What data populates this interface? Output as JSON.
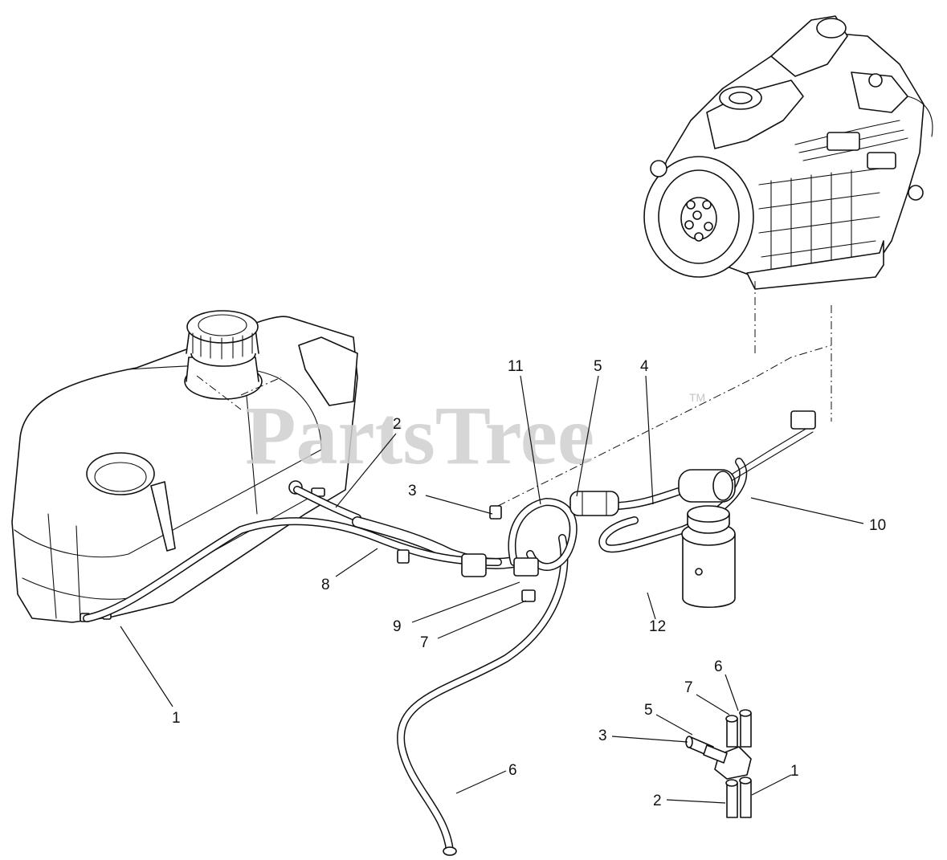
{
  "watermark": {
    "text": "PartsTree",
    "trademark": "TM"
  },
  "callouts": [
    {
      "id": "c11",
      "label": "11"
    },
    {
      "id": "c5",
      "label": "5"
    },
    {
      "id": "c4",
      "label": "4"
    },
    {
      "id": "c2",
      "label": "2"
    },
    {
      "id": "c3",
      "label": "3"
    },
    {
      "id": "c10",
      "label": "10"
    },
    {
      "id": "c8",
      "label": "8"
    },
    {
      "id": "c9",
      "label": "9"
    },
    {
      "id": "c12",
      "label": "12"
    },
    {
      "id": "c7",
      "label": "7"
    },
    {
      "id": "c1",
      "label": "1"
    },
    {
      "id": "c6",
      "label": "6"
    },
    {
      "id": "d6",
      "label": "6"
    },
    {
      "id": "d7",
      "label": "7"
    },
    {
      "id": "d5",
      "label": "5"
    },
    {
      "id": "d3",
      "label": "3"
    },
    {
      "id": "d1",
      "label": "1"
    },
    {
      "id": "d2",
      "label": "2"
    }
  ]
}
